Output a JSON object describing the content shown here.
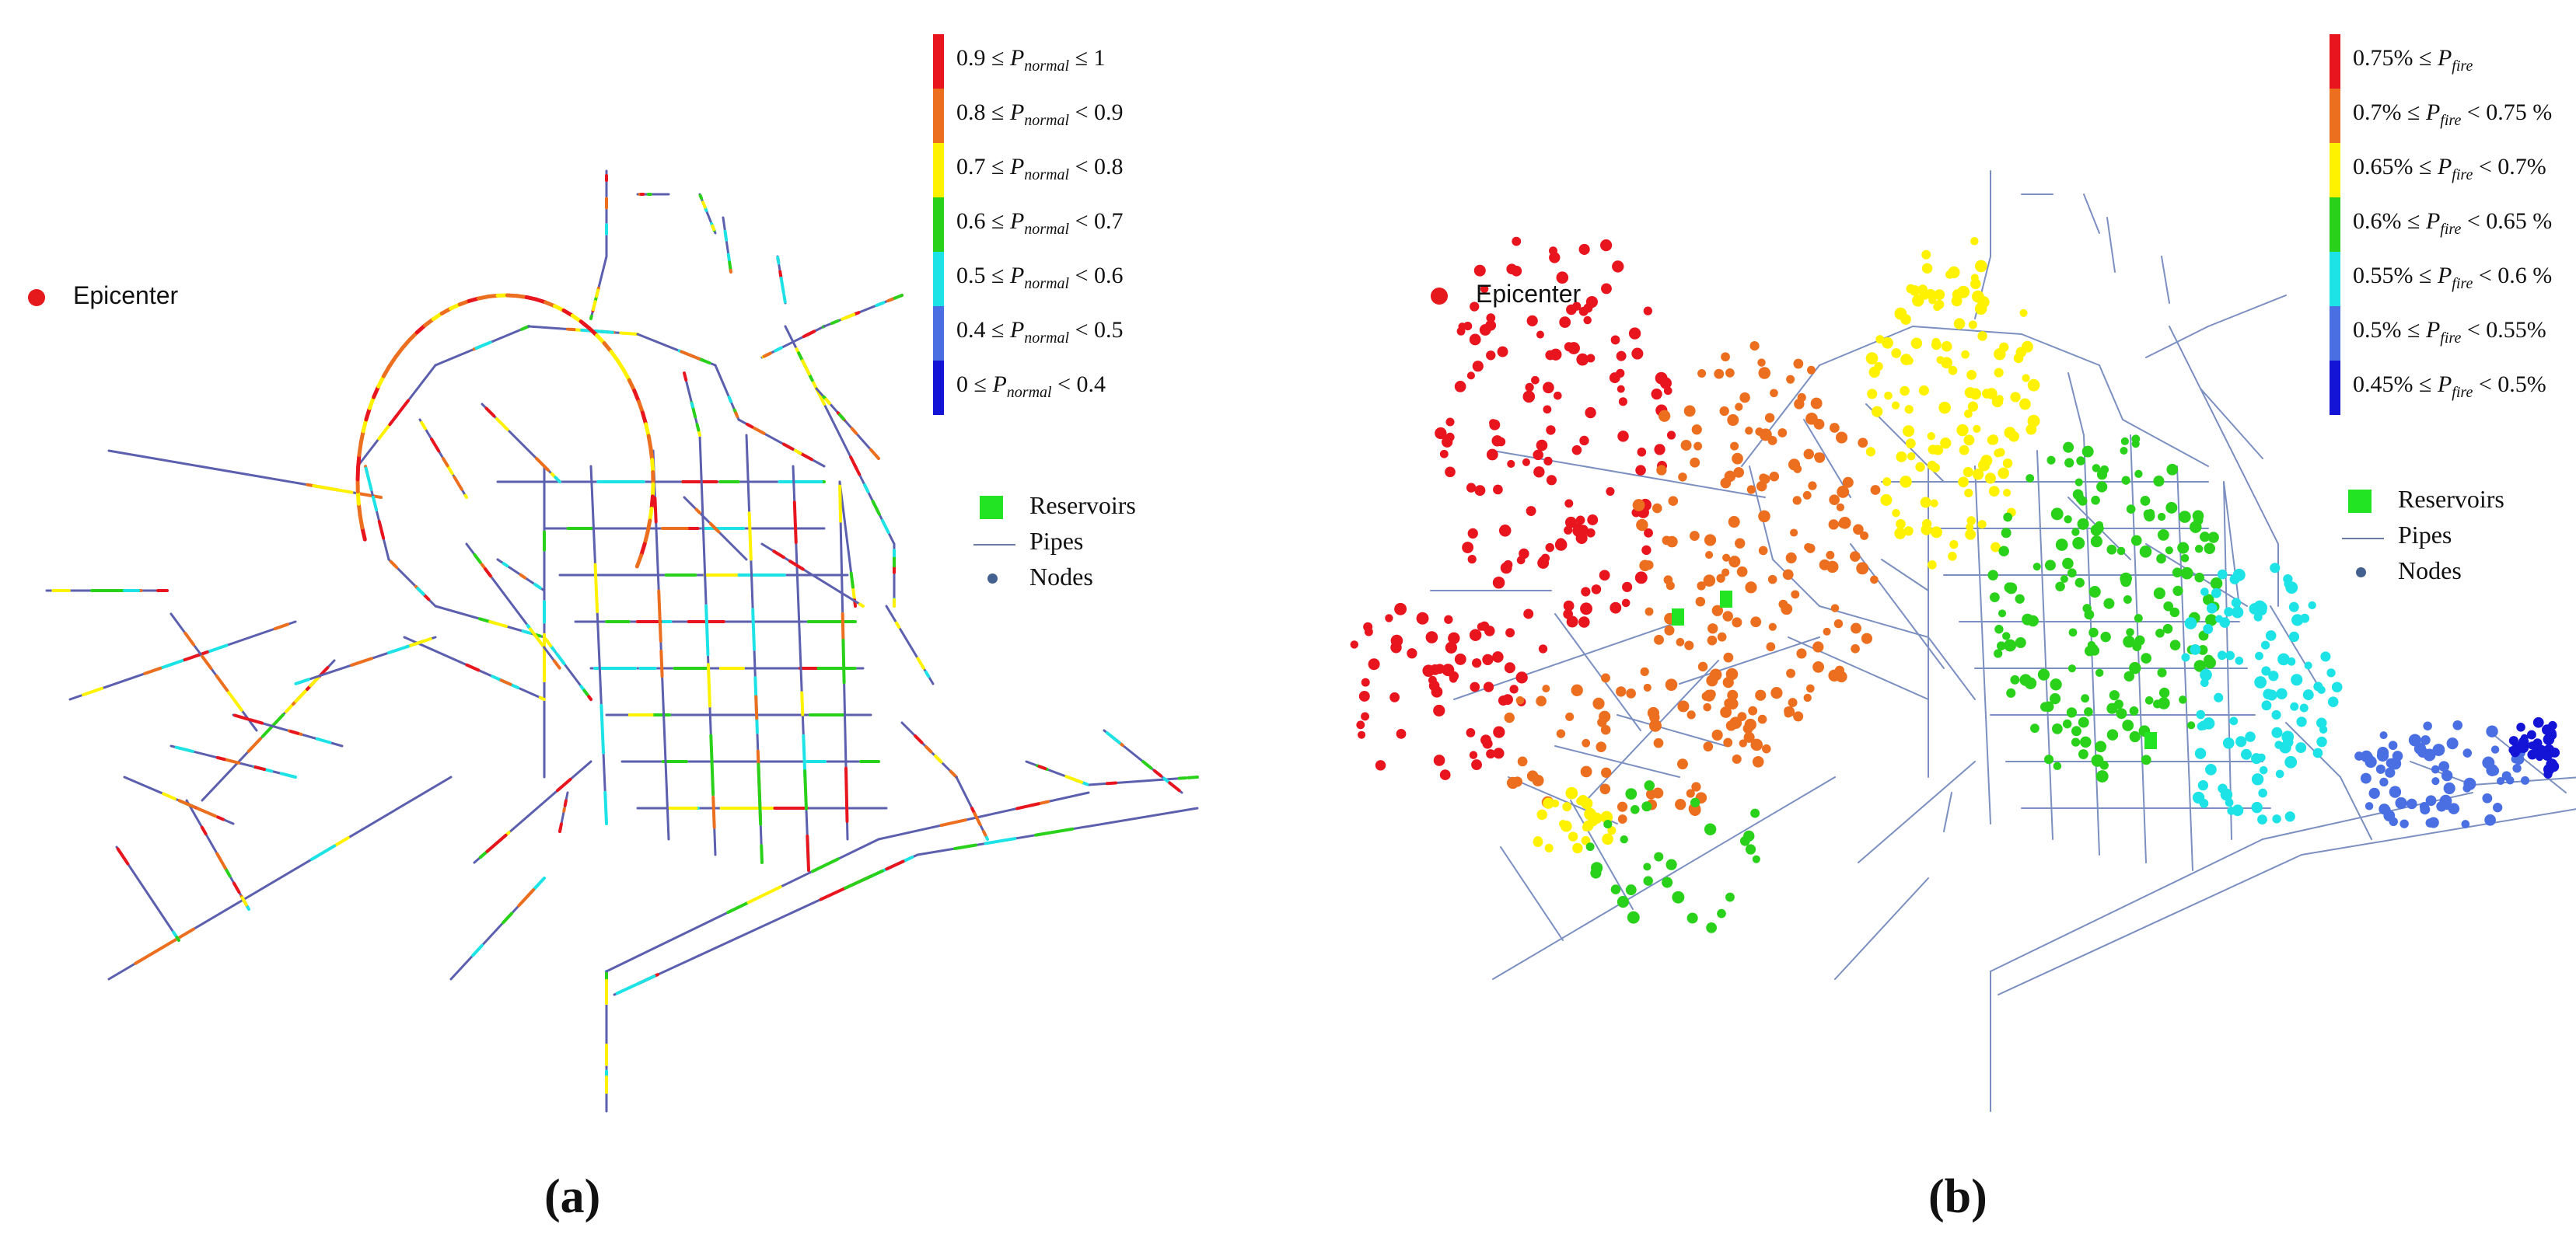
{
  "panel_a": {
    "caption": "(a)",
    "epicenter_label": "Epicenter",
    "legend": {
      "var": "P",
      "sub": "normal",
      "items": [
        {
          "left": "0.9 ≤ ",
          "right": " ≤ 1",
          "color": "#e8141e"
        },
        {
          "left": "0.8 ≤ ",
          "right": " < 0.9",
          "color": "#ec6e1f"
        },
        {
          "left": "0.7 ≤ ",
          "right": " < 0.8",
          "color": "#fff200"
        },
        {
          "left": "0.6 ≤ ",
          "right": " < 0.7",
          "color": "#2ad11a"
        },
        {
          "left": "0.5 ≤ ",
          "right": " < 0.6",
          "color": "#1de3e6"
        },
        {
          "left": "0.4 ≤ ",
          "right": " < 0.5",
          "color": "#4a6fe3"
        },
        {
          "left": "0  ≤ ",
          "right": " < 0.4",
          "color": "#1414d6"
        }
      ]
    },
    "key": {
      "reservoirs": "Reservoirs",
      "pipes": "Pipes",
      "nodes": "Nodes"
    }
  },
  "panel_b": {
    "caption": "(b)",
    "epicenter_label": "Epicenter",
    "legend": {
      "var": "P",
      "sub": "fire",
      "items": [
        {
          "left": "0.75% ≤ ",
          "right": "",
          "color": "#e8141e"
        },
        {
          "left": "0.7% ≤ ",
          "right": " < 0.75 %",
          "color": "#ec6e1f"
        },
        {
          "left": "0.65% ≤ ",
          "right": " < 0.7%",
          "color": "#fff200"
        },
        {
          "left": "0.6% ≤ ",
          "right": " < 0.65 %",
          "color": "#2ad11a"
        },
        {
          "left": "0.55% ≤ ",
          "right": " < 0.6 %",
          "color": "#1de3e6"
        },
        {
          "left": "0.5% ≤ ",
          "right": " < 0.55%",
          "color": "#4a6fe3"
        },
        {
          "left": "0.45% ≤ ",
          "right": " < 0.5%",
          "color": "#1414d6"
        }
      ]
    },
    "key": {
      "reservoirs": "Reservoirs",
      "pipes": "Pipes",
      "nodes": "Nodes"
    }
  },
  "colors": {
    "pipe": "#5b5fae",
    "pipe_light": "#7b8fc0",
    "reservoir": "#22e422",
    "node": "#44608e",
    "epicenter": "#e5191b"
  }
}
